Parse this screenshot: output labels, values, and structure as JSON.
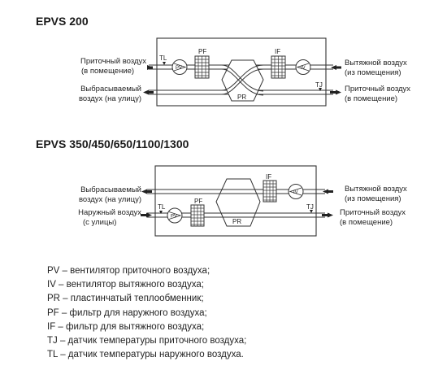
{
  "diagram1": {
    "title": "EPVS 200",
    "left_top_label": [
      "Приточный воздух",
      "(в помещение)"
    ],
    "left_bottom_label": [
      "Выбрасываемый",
      "воздух (на улицу)"
    ],
    "right_top_label": [
      "Вытяжной воздух",
      "(из помещения)"
    ],
    "right_bottom_label": [
      "Приточный воздух",
      "(в помещение)"
    ],
    "components": {
      "tl": "TL",
      "pv": "PV",
      "pf": "PF",
      "if": "IF",
      "iv": "IV",
      "tj": "TJ",
      "pr": "PR"
    }
  },
  "diagram2": {
    "title": "EPVS 350/450/650/1100/1300",
    "left_top_label": [
      "Выбрасываемый",
      "воздух (на улицу)"
    ],
    "left_bottom_label": [
      "Наружный воздух",
      "(с улицы)"
    ],
    "right_top_label": [
      "Вытяжной воздух",
      "(из помещения)"
    ],
    "right_bottom_label": [
      "Приточный воздух",
      "(в помещение)"
    ],
    "components": {
      "tl": "TL",
      "pv": "PV",
      "pf": "PF",
      "if": "IF",
      "iv": "IV",
      "tj": "TJ",
      "pr": "PR"
    }
  },
  "legend": [
    "PV – вентилятор приточного воздуха;",
    "IV – вентилятор вытяжного воздуха;",
    "PR – пластинчатый теплообменник;",
    "PF – фильтр для наружного воздуха;",
    "IF – фильтр для вытяжного воздуха;",
    "TJ – датчик температуры приточного воздуха;",
    "TL – датчик температуры наружного воздуха."
  ]
}
